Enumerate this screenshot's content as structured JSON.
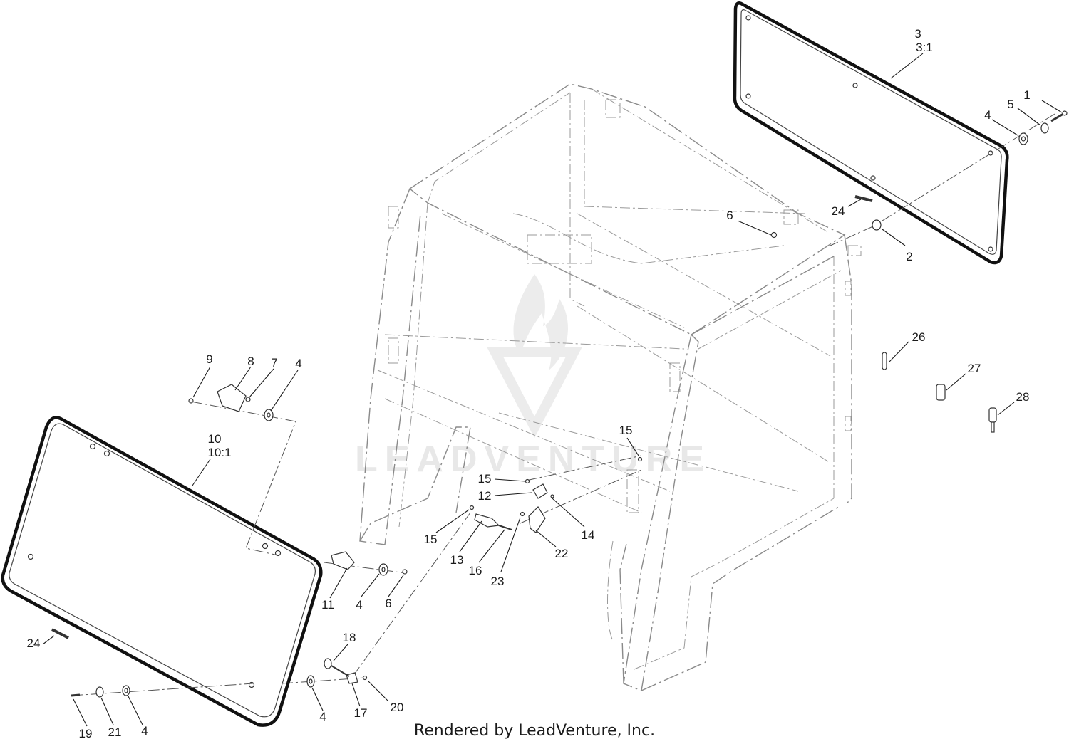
{
  "footer": {
    "credit": "Rendered by LeadVenture, Inc."
  },
  "watermark": {
    "text": "LEADVENTURE"
  },
  "callouts": {
    "c1": "1",
    "c2": "2",
    "c3": "3",
    "c3b": "3:1",
    "c4_top": "4",
    "c5": "5",
    "c6_top": "6",
    "c24_top": "24",
    "c26": "26",
    "c27": "27",
    "c28": "28",
    "c9": "9",
    "c8": "8",
    "c7": "7",
    "c4_upper": "4",
    "c10": "10",
    "c10b": "10:1",
    "c15_right": "15",
    "c15_mid": "15",
    "c12": "12",
    "c14": "14",
    "c15_left": "15",
    "c13": "13",
    "c16": "16",
    "c23": "23",
    "c22": "22",
    "c11": "11",
    "c4_mid": "4",
    "c6_mid": "6",
    "c18": "18",
    "c24_left": "24",
    "c19": "19",
    "c21": "21",
    "c4_bl": "4",
    "c4_bm": "4",
    "c17": "17",
    "c20": "20"
  }
}
